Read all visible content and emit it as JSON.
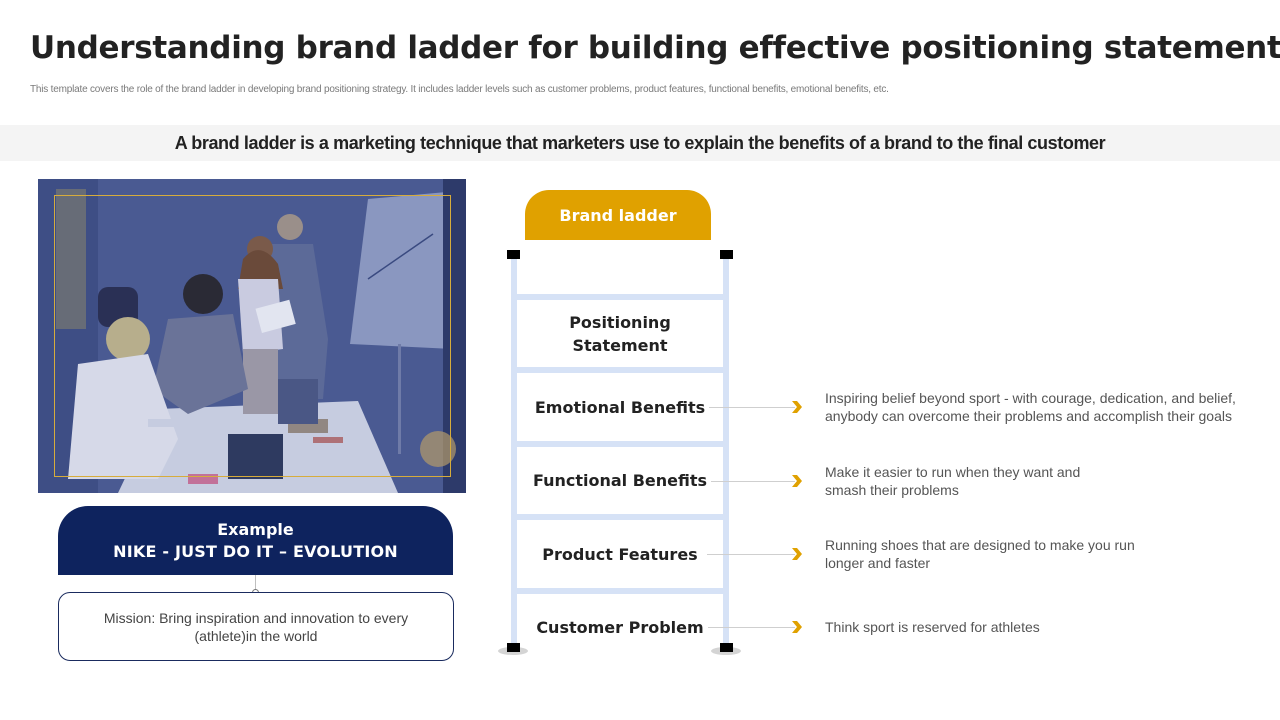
{
  "header": {
    "title": "Understanding brand ladder for building effective positioning statement",
    "subtitle": "This template covers the role of the brand ladder in developing brand positioning strategy. It includes ladder levels such as customer problems, product features, functional benefits, emotional benefits, etc."
  },
  "banner": {
    "text": "A brand ladder is a marketing technique that marketers use to explain the benefits of a brand to the final customer"
  },
  "photo": {
    "description": "team-meeting-photo",
    "overlay_color": "#233a85"
  },
  "example": {
    "label": "Example",
    "brand": "NIKE - JUST DO IT – EVOLUTION",
    "mission": "Mission: Bring inspiration and innovation to every (athlete)in the world"
  },
  "ladder": {
    "title": "Brand ladder",
    "steps": [
      {
        "label": "Positioning Statement",
        "description": ""
      },
      {
        "label": "Emotional Benefits",
        "description_lines": [
          "Inspiring belief beyond sport - with courage, dedication, and belief,",
          "anybody can overcome their problems and accomplish their goals"
        ]
      },
      {
        "label": "Functional Benefits",
        "description_lines": [
          "Make it easier to run when they want and",
          "smash their problems"
        ]
      },
      {
        "label": "Product Features",
        "description_lines": [
          "Running shoes that are designed to make you run",
          "longer and faster"
        ]
      },
      {
        "label": "Customer Problem",
        "description_lines": [
          "Think sport is reserved for athletes"
        ]
      }
    ]
  },
  "colors": {
    "accent_gold": "#e0a100",
    "navy": "#0e235e",
    "rail_blue": "#d6e2f6",
    "banner_bg": "#f4f4f4"
  }
}
